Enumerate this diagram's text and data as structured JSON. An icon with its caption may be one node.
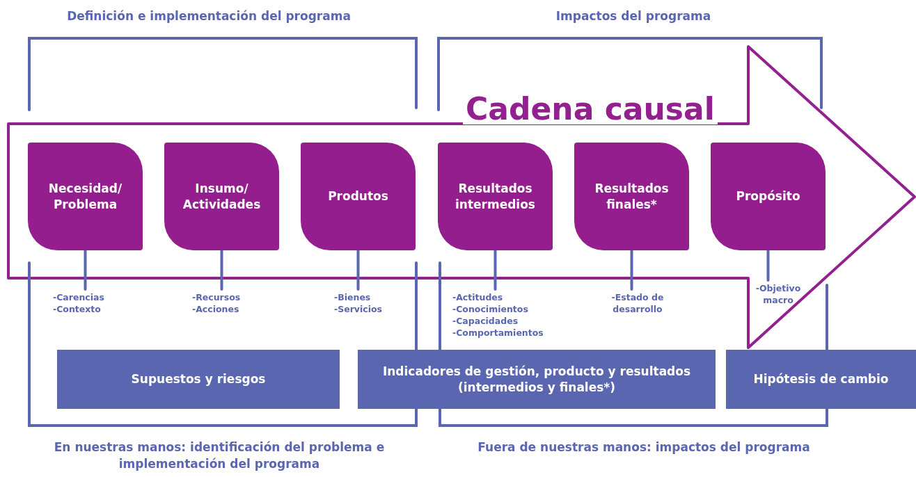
{
  "diagram": {
    "nodes": [
      {
        "text": [
          "Cadena causal"
        ]
      },
      {
        "text": [
          "Necesidad/ Problema"
        ],
        "in": 0
      },
      {
        "text": [
          "Insumo/ Actividades"
        ],
        "in": 0
      },
      {
        "text": [
          "Produtos"
        ],
        "in": 0
      },
      {
        "text": [
          "Resultados intermedios"
        ],
        "in": 0
      },
      {
        "text": [
          "Resultados finales*"
        ],
        "in": 0
      },
      {
        "text": [
          "Propósito"
        ],
        "in": 0
      },
      {
        "text": [
          "-Carencias",
          "-Contexto"
        ]
      },
      {
        "text": [
          "-Recursos",
          "-Acciones"
        ]
      },
      {
        "text": [
          "-Bienes",
          "-Servicios"
        ]
      },
      {
        "text": [
          "-Actitudes",
          "-Conocimientos",
          "-Capacidades",
          "-Comportamientos"
        ]
      },
      {
        "text": [
          "-Estado de desarrollo"
        ]
      },
      {
        "text": [
          "-Objetivo macro"
        ],
        "in": 0
      },
      {
        "text": [
          "Supuestos y riesgos"
        ]
      },
      {
        "text": [
          "Indicadores de gestión, producto y resultados (intermedios y finales*)"
        ]
      },
      {
        "text": [
          "Hipótesis de cambio"
        ]
      }
    ],
    "edges": [
      {
        "from": 1,
        "to": 7,
        "arrow": "none"
      },
      {
        "from": 2,
        "to": 8,
        "arrow": "none"
      },
      {
        "from": 3,
        "to": 9,
        "arrow": "none"
      },
      {
        "from": 4,
        "to": 10,
        "arrow": "none"
      },
      {
        "from": 5,
        "to": 11,
        "arrow": "none"
      },
      {
        "from": 6,
        "to": 12,
        "arrow": "none"
      }
    ],
    "labels": [
      "Definición e implementación del programa",
      "Impactos del programa",
      "En nuestras manos: identificación del problema e implementación del programa",
      "Fuera de nuestras manos: impactos del programa"
    ]
  }
}
